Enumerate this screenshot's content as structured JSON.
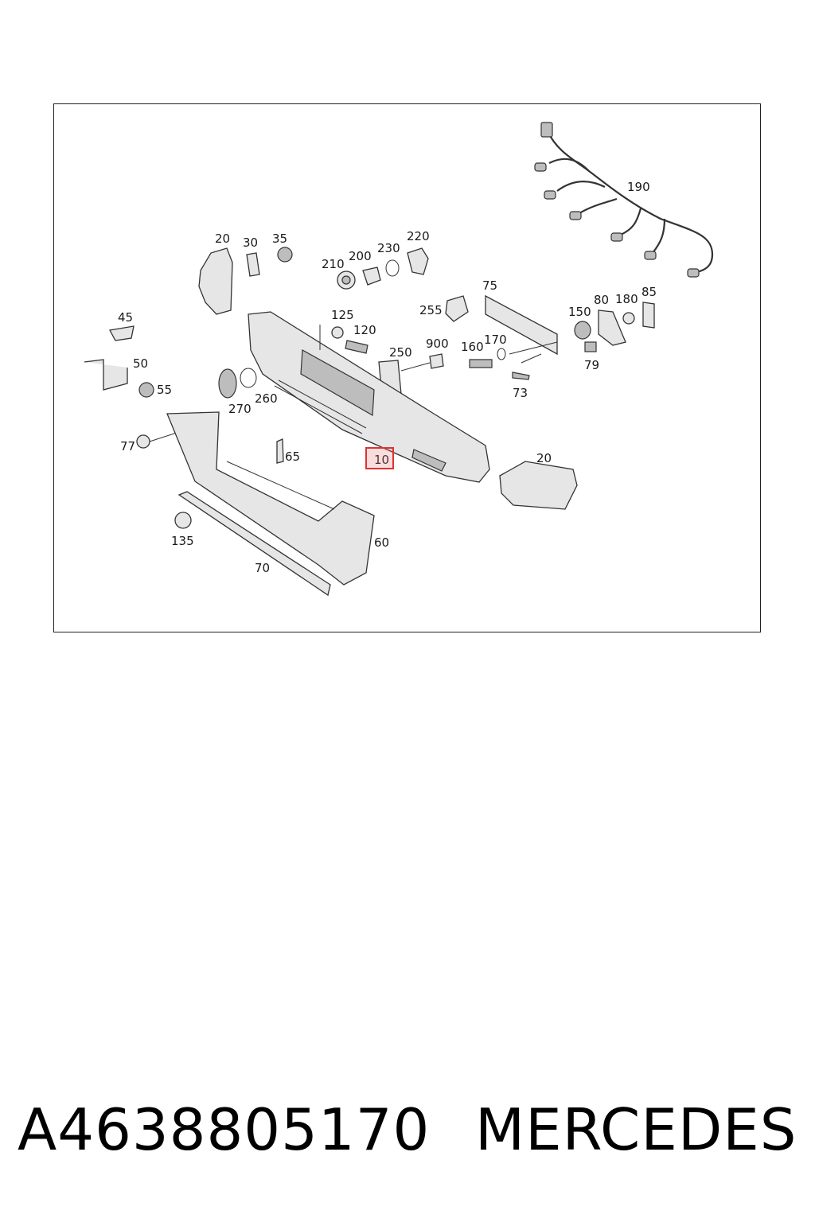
{
  "diagram": {
    "callouts": {
      "c20a": "20",
      "c30": "30",
      "c35": "35",
      "c210": "210",
      "c200": "200",
      "c230": "230",
      "c220": "220",
      "c190": "190",
      "c75": "75",
      "c255": "255",
      "c150": "150",
      "c80": "80",
      "c180": "180",
      "c85": "85",
      "c125": "125",
      "c120": "120",
      "c250": "250",
      "c900": "900",
      "c160": "160",
      "c170": "170",
      "c79": "79",
      "c73": "73",
      "c45": "45",
      "c50": "50",
      "c55": "55",
      "c270": "270",
      "c260": "260",
      "c77": "77",
      "c65": "65",
      "c10": "10",
      "c20b": "20",
      "c135": "135",
      "c60": "60",
      "c70": "70"
    },
    "highlighted_callout": "10",
    "highlight_color": "#dd3333"
  },
  "footer": {
    "part_number": "A4638805170",
    "brand": "MERCEDES"
  }
}
